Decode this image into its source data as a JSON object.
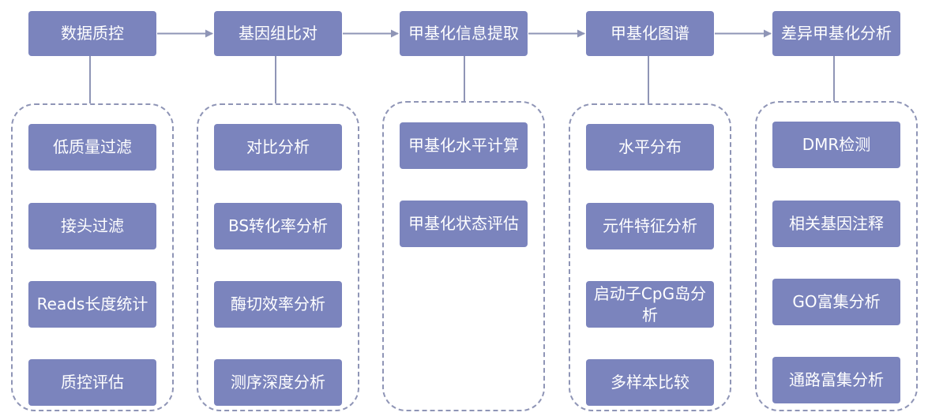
{
  "colors": {
    "box_fill": "#7b84bd",
    "box_text": "#ffffff",
    "line": "#8f95b6",
    "group_border": "#8f95b6"
  },
  "steps": [
    {
      "label": "数据质控",
      "items": [
        "低质量过滤",
        "接头过滤",
        "Reads长度统计",
        "质控评估"
      ]
    },
    {
      "label": "基因组比对",
      "items": [
        "对比分析",
        "BS转化率分析",
        "酶切效率分析",
        "测序深度分析"
      ]
    },
    {
      "label": "甲基化信息提取",
      "items": [
        "甲基化水平计算",
        "甲基化状态评估"
      ]
    },
    {
      "label": "甲基化图谱",
      "items": [
        "水平分布",
        "元件特征分析",
        "启动子CpG岛分析",
        "多样本比较"
      ]
    },
    {
      "label": "差异甲基化分析",
      "items": [
        "DMR检测",
        "相关基因注释",
        "GO富集分析",
        "通路富集分析"
      ]
    }
  ]
}
